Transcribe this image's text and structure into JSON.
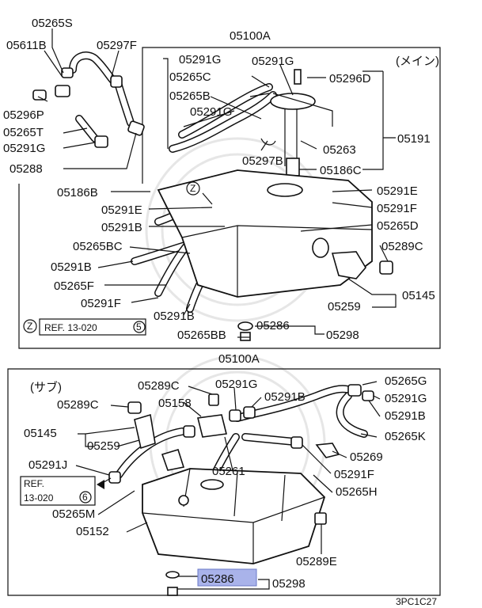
{
  "upper": {
    "box_title": "05100A",
    "variant": "(メイン)",
    "ref_circle": "Z",
    "ref_text": "REF. 13-020",
    "ref_num": "5",
    "callout_z": "Z",
    "labels": {
      "l05265S": "05265S",
      "l05611B": "05611B",
      "l05297F": "05297F",
      "l05296P": "05296P",
      "l05265T": "05265T",
      "l05291G_a": "05291G",
      "l05288": "05288",
      "l05291G_b": "05291G",
      "l05291G_c": "05291G",
      "l05296D": "05296D",
      "l05265C": "05265C",
      "l05265B": "05265B",
      "l05291G_d": "05291G",
      "l05191": "05191",
      "l05263": "05263",
      "l05297B": "05297B",
      "l05186C": "05186C",
      "l05186B": "05186B",
      "l05291E_a": "05291E",
      "l05291E_b": "05291E",
      "l05291F_a": "05291F",
      "l05291B_a": "05291B",
      "l05265D": "05265D",
      "l05265BC": "05265BC",
      "l05289C": "05289C",
      "l05291B_b": "05291B",
      "l05265F": "05265F",
      "l05145": "05145",
      "l05291F_b": "05291F",
      "l05259": "05259",
      "l05291B_c": "05291B",
      "l05286": "05286",
      "l05298": "05298",
      "l05265BB": "05265BB"
    }
  },
  "lower": {
    "box_title": "05100A",
    "variant": "(サブ)",
    "ref_text_1": "REF.",
    "ref_text_2": "13-020",
    "ref_num": "6",
    "labels": {
      "l05289C_a": "05289C",
      "l05291G_a": "05291G",
      "l05265G": "05265G",
      "l05291B_a": "05291B",
      "l05291G_b": "05291G",
      "l05289C_b": "05289C",
      "l05158": "05158",
      "l05291B_b": "05291B",
      "l05145": "05145",
      "l05265K": "05265K",
      "l05259": "05259",
      "l05269": "05269",
      "l05291J": "05291J",
      "l05261": "05261",
      "l05291F": "05291F",
      "l05265M": "05265M",
      "l05265H": "05265H",
      "l05152": "05152",
      "l05289E": "05289E",
      "l05286_hl": "05286",
      "l05298": "05298"
    }
  },
  "footer_code": "3PC1C27",
  "highlight_color": "#a9b3ea"
}
